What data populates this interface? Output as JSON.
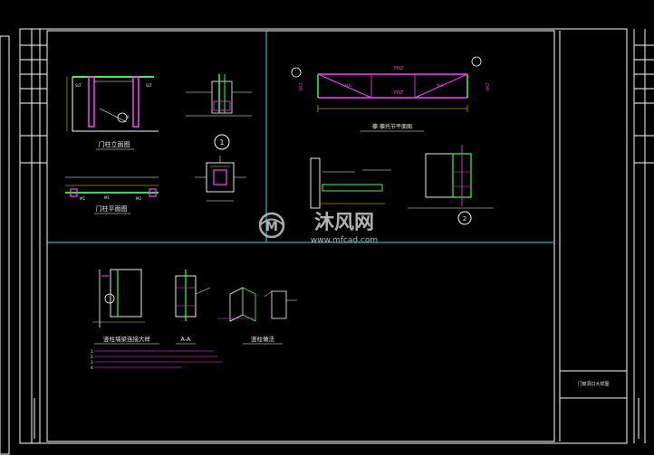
{
  "views": {
    "door_elevation_title": "门柱立面图",
    "door_plan_title": "门柱平面图",
    "detail_circle_1": "1",
    "detail_circle_2": "2",
    "purlin_plan_title": "檩 檩托节平面图",
    "purlin_top_label": "YPLT",
    "purlin_mid_label": "YPLT",
    "purlin_left_label": "YPLT",
    "purlin_right_label": "YPLT",
    "brace_left_label": "XLG",
    "brace_right_label": "XLG",
    "bracing_section_title": "竖柱墙梁连接大样",
    "section_aa_title": "A-A",
    "column_method_title": "竖柱做法"
  },
  "notes": [
    "1.",
    "2.",
    "3.",
    "4."
  ],
  "title_block": {
    "drawing_name": "门窗洞口大样图"
  },
  "watermark": {
    "brand": "沐风网",
    "url": "www.mfcad.com"
  },
  "colors": {
    "background": "#000000",
    "frame": "#ffffff",
    "divider": "#30d8e8",
    "column": "#ff40ff",
    "beam": "#40ff40",
    "dimension": "#e0e000"
  }
}
